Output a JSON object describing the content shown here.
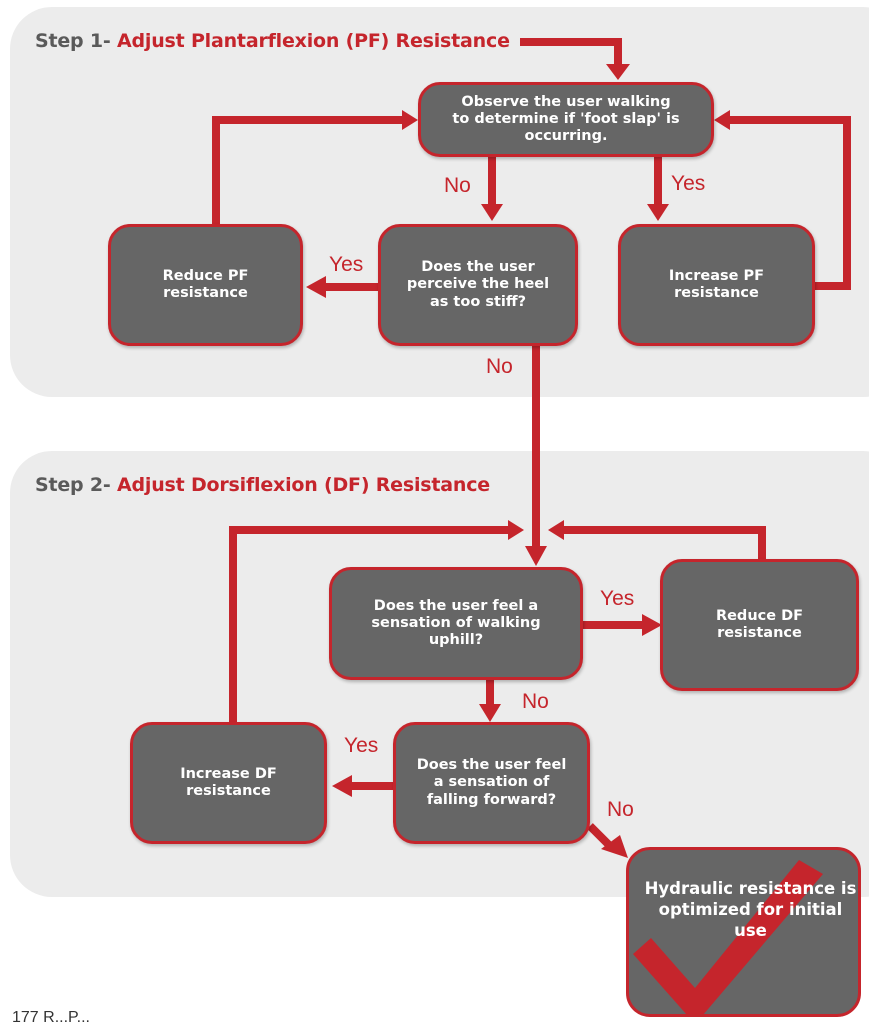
{
  "step1": {
    "number": "Step 1-",
    "title": "Adjust Plantarflexion (PF) Resistance",
    "nodes": {
      "observe": "Observe the user walking to determine if 'foot slap' is occurring.",
      "heel_stiff": "Does the user perceive the heel as too stiff?",
      "reduce_pf": "Reduce PF resistance",
      "increase_pf": "Increase PF resistance"
    },
    "labels": {
      "no_1": "No",
      "yes_1": "Yes",
      "yes_2": "Yes",
      "no_2": "No"
    }
  },
  "step2": {
    "number": "Step 2-",
    "title": "Adjust Dorsiflexion (DF) Resistance",
    "nodes": {
      "uphill": "Does the user feel a sensation of walking uphill?",
      "reduce_df": "Reduce DF resistance",
      "falling": "Does the user feel a sensation of falling forward?",
      "increase_df": "Increase DF resistance"
    },
    "labels": {
      "yes_3": "Yes",
      "no_3": "No",
      "yes_4": "Yes",
      "no_4": "No"
    }
  },
  "final": {
    "text": "Hydraulic resistance is optimized for initial use",
    "icon": "checkmark-icon"
  },
  "footer_text": "177 R...P...",
  "colors": {
    "accent": "#c5252c",
    "box": "#666666",
    "panel": "#ececec"
  }
}
